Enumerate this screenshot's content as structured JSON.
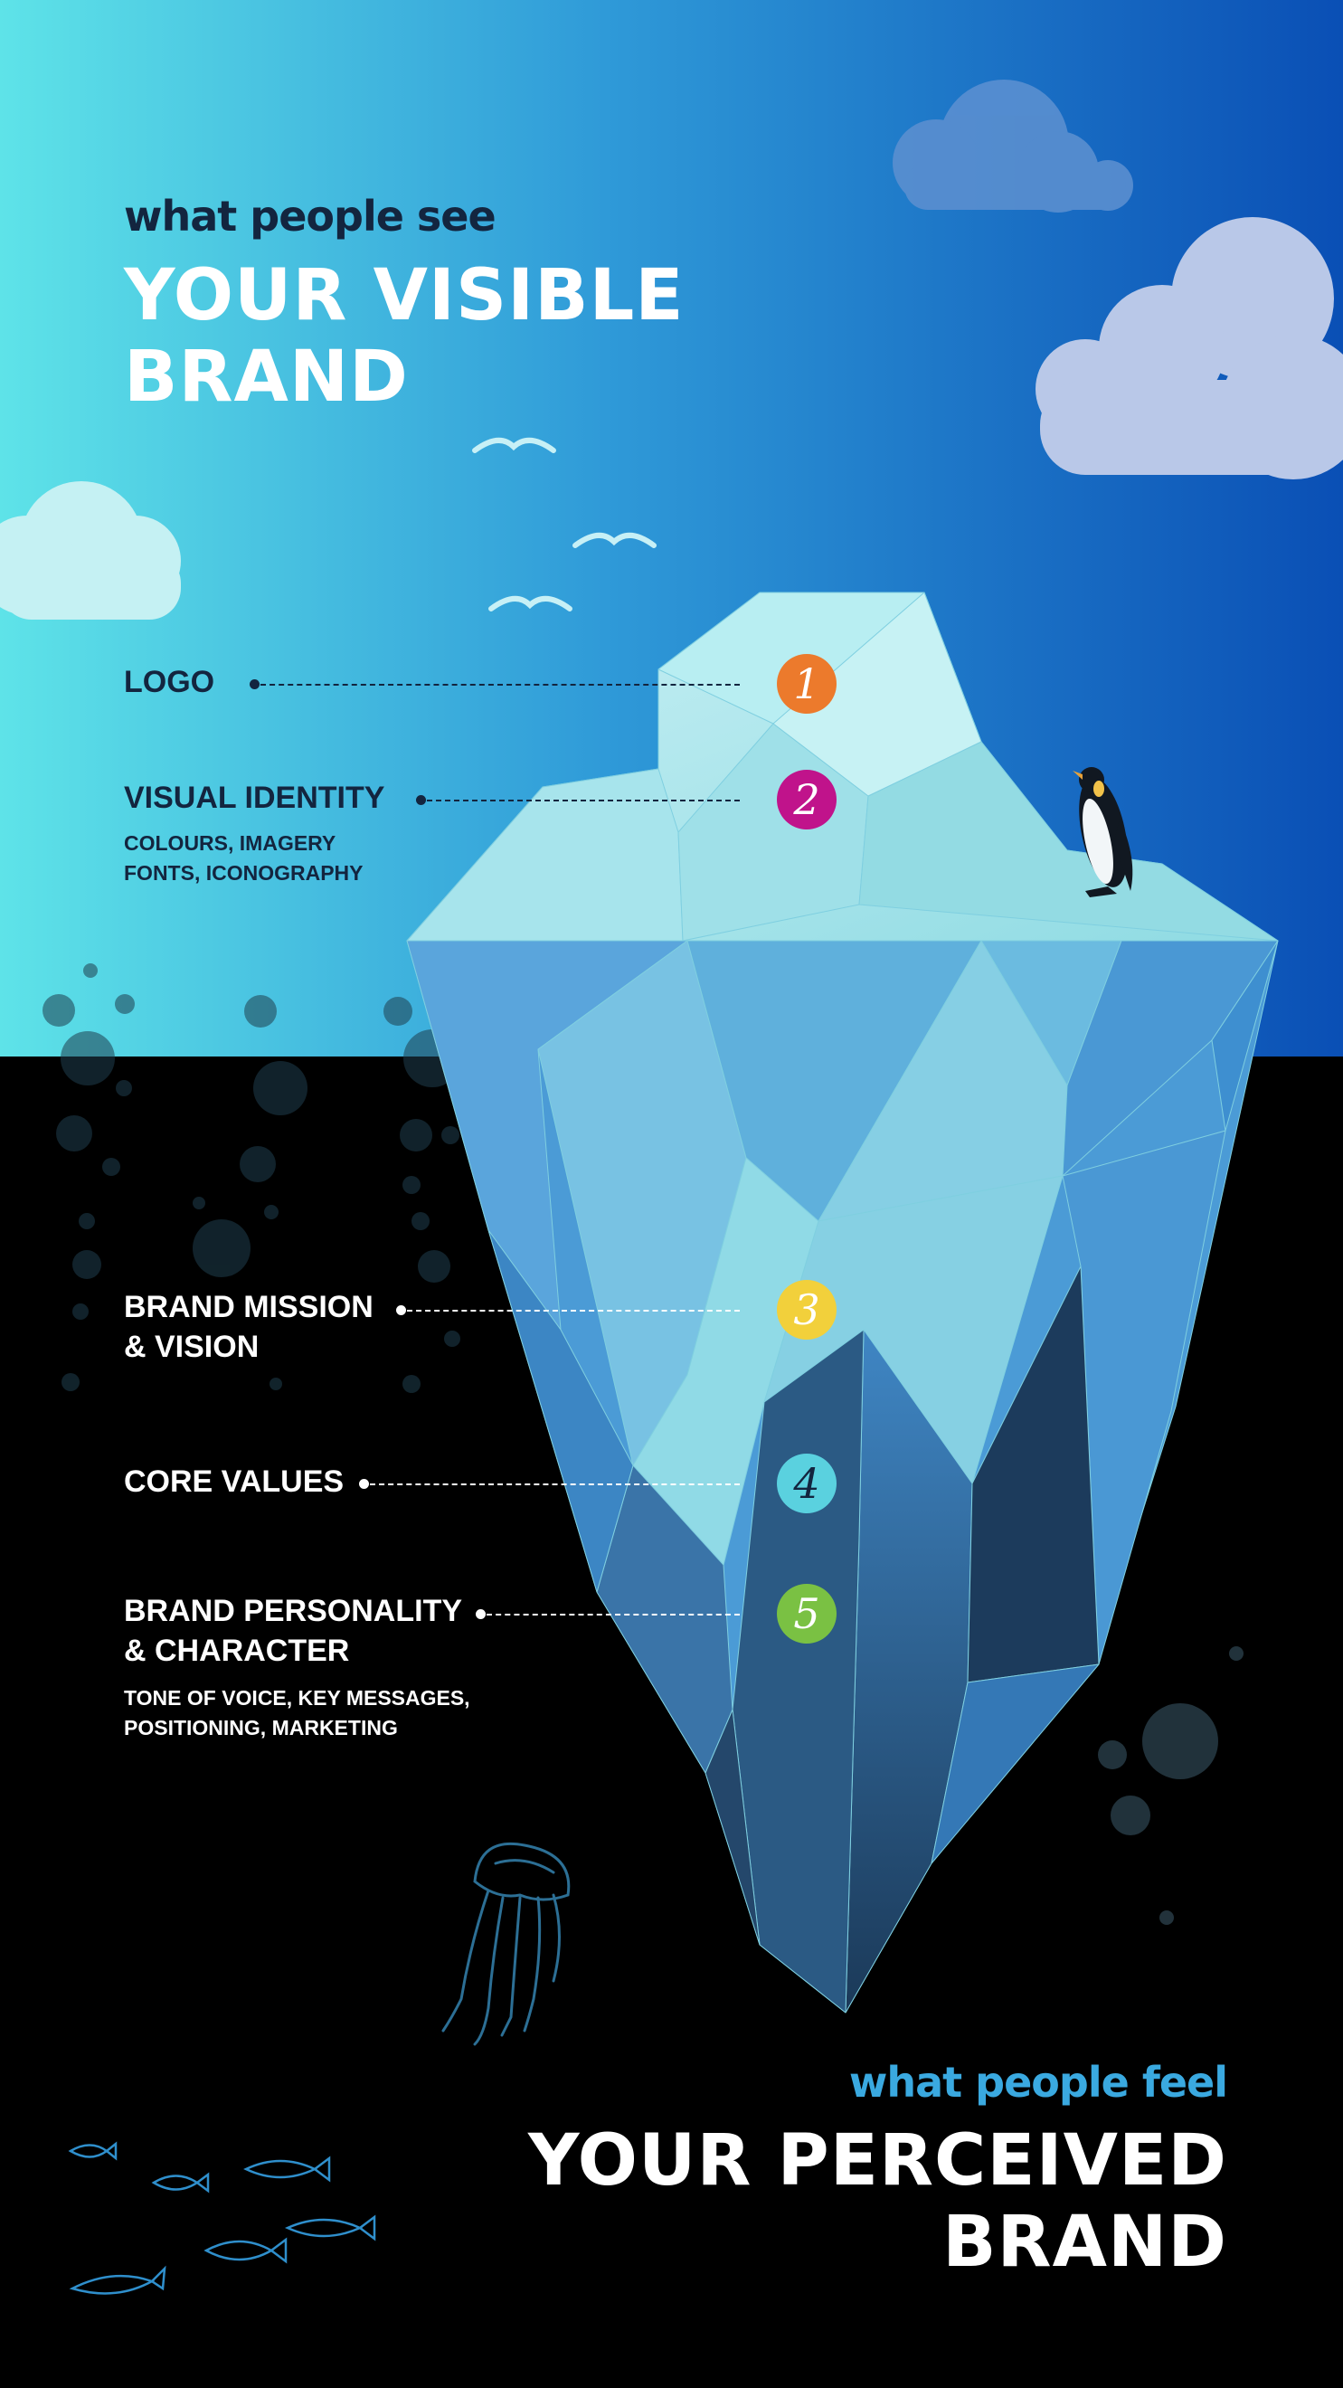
{
  "visible": {
    "kicker": "what people see",
    "title_line1": "YOUR VISIBLE",
    "title_line2": "BRAND"
  },
  "perceived": {
    "kicker": "what people feel",
    "title_line1": "YOUR PERCEIVED",
    "title_line2": "BRAND"
  },
  "items": [
    {
      "number": "1",
      "title": "LOGO",
      "color": "#ec7a2c"
    },
    {
      "number": "2",
      "title": "VISUAL IDENTITY",
      "detail_line1": "COLOURS, IMAGERY",
      "detail_line2": "FONTS, ICONOGRAPHY",
      "color": "#c0138b"
    },
    {
      "number": "3",
      "title_line1": "BRAND MISSION",
      "title_line2": "& VISION",
      "color": "#f2d03b"
    },
    {
      "number": "4",
      "title": "CORE VALUES",
      "color": "#5ad1df"
    },
    {
      "number": "5",
      "title_line1": "BRAND PERSONALITY",
      "title_line2": "& CHARACTER",
      "detail_line1": "TONE OF VOICE, KEY MESSAGES,",
      "detail_line2": "POSITIONING, MARKETING",
      "color": "#7ac143"
    }
  ],
  "colors": {
    "sky_left": "#5ee3e8",
    "sky_right": "#0a4fb5",
    "ocean": "#000000",
    "text_dark": "#13253f",
    "kicker_blue": "#3aa9e0"
  }
}
